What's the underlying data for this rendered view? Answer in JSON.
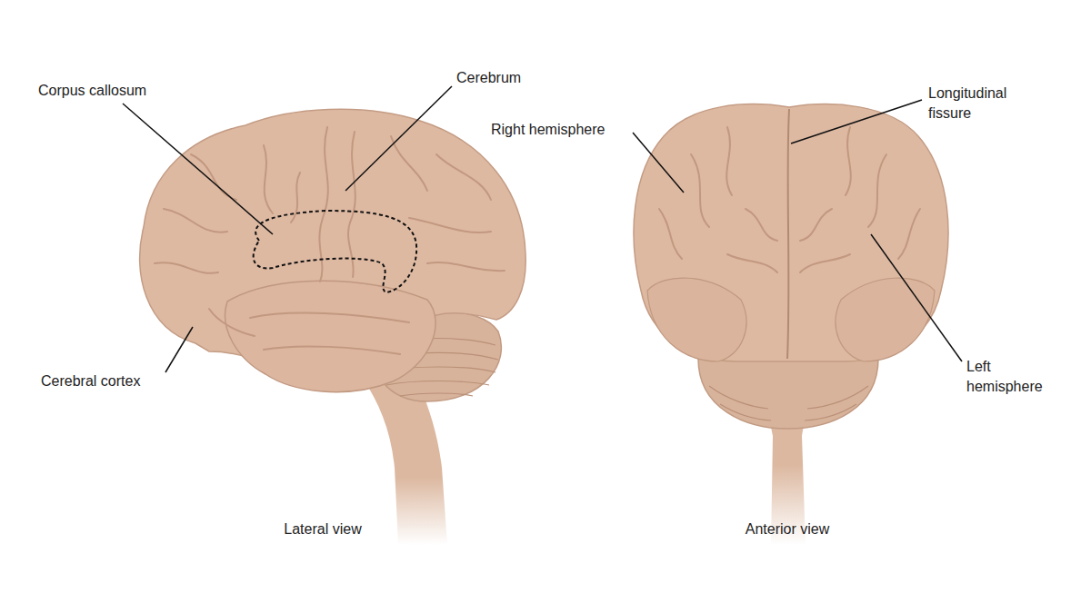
{
  "diagram": {
    "labels": [
      "Corpus callosum",
      "Cerebrum",
      "Cerebral cortex",
      "Lateral view",
      "Right hemisphere",
      "Longitudinal fissure",
      "Left hemisphere",
      "Anterior view"
    ]
  }
}
